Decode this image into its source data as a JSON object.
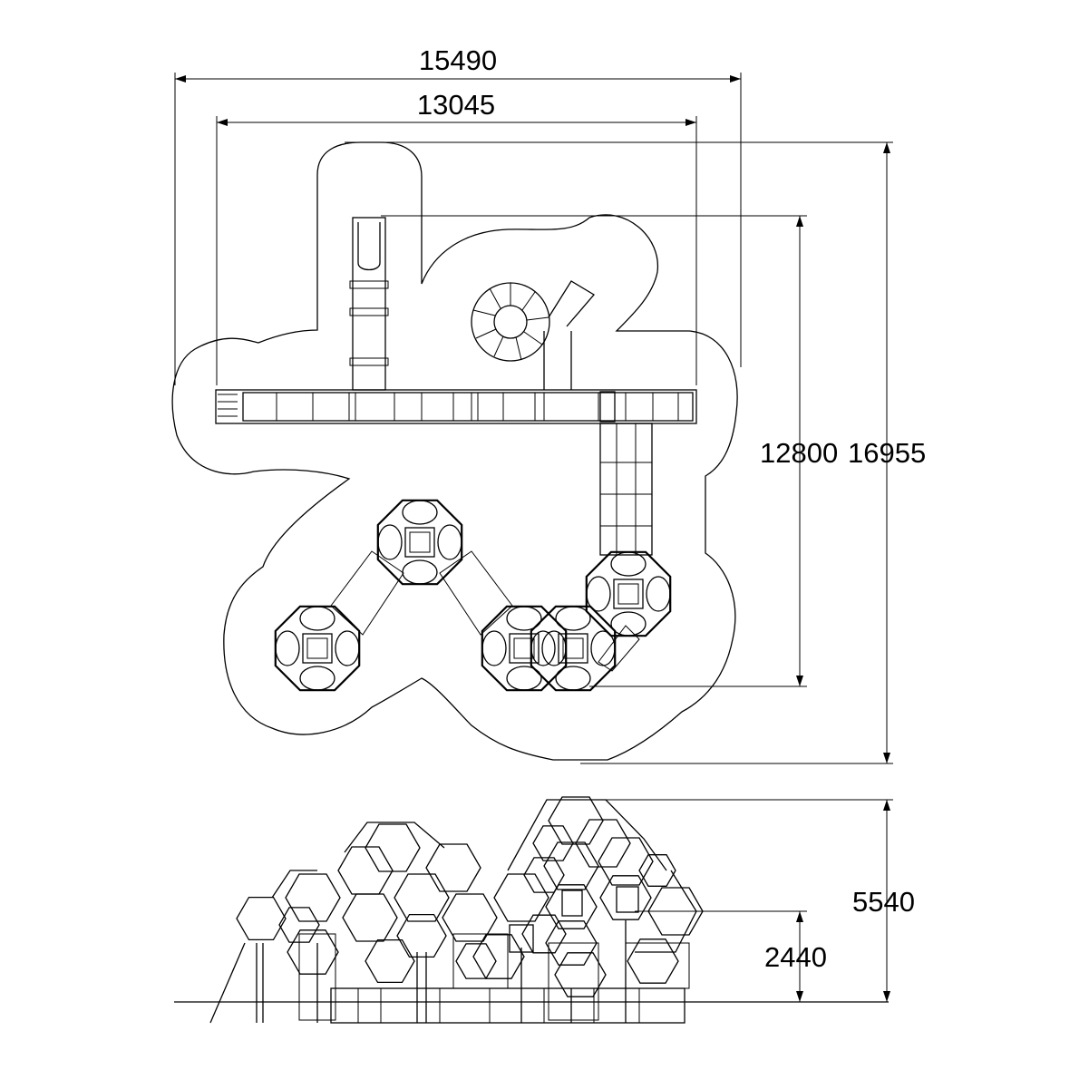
{
  "plan_view": {
    "overall_width": "15490",
    "inner_width": "13045",
    "overall_depth": "16955",
    "inner_depth": "12800"
  },
  "side_view": {
    "total_height": "5540",
    "platform_height": "2440"
  },
  "colors": {
    "line": "#000000",
    "background": "#ffffff",
    "mesh": "#555555"
  }
}
